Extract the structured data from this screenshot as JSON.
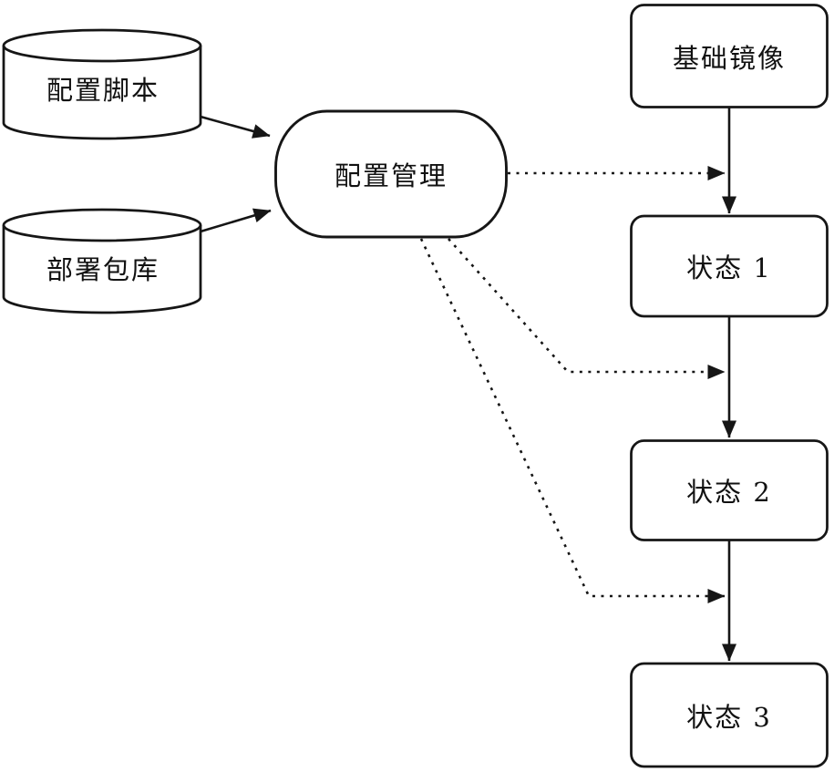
{
  "diagram": {
    "title": "configuration-management-image-build-flow",
    "colors": {
      "stroke": "#161616",
      "node_fill": "#ffffff",
      "background": "#ffffff"
    },
    "nodes": {
      "config_script": {
        "label": "配置脚本",
        "shape": "cylinder"
      },
      "deploy_repo": {
        "label": "部署包库",
        "shape": "cylinder"
      },
      "config_mgmt": {
        "label": "配置管理",
        "shape": "stadium"
      },
      "base_image": {
        "label": "基础镜像",
        "shape": "rounded-rect"
      },
      "state_1": {
        "label": "状态 1",
        "shape": "rounded-rect"
      },
      "state_2": {
        "label": "状态 2",
        "shape": "rounded-rect"
      },
      "state_3": {
        "label": "状态 3",
        "shape": "rounded-rect"
      }
    },
    "edges": [
      {
        "from": "config_script",
        "to": "config_mgmt",
        "style": "solid-arrow"
      },
      {
        "from": "deploy_repo",
        "to": "config_mgmt",
        "style": "solid-arrow"
      },
      {
        "from": "base_image",
        "to": "state_1",
        "style": "solid-arrow"
      },
      {
        "from": "state_1",
        "to": "state_2",
        "style": "solid-arrow"
      },
      {
        "from": "state_2",
        "to": "state_3",
        "style": "solid-arrow"
      },
      {
        "from": "config_mgmt",
        "to": "transition base_image→state_1",
        "style": "dotted-arrow"
      },
      {
        "from": "config_mgmt",
        "to": "transition state_1→state_2",
        "style": "dotted-arrow"
      },
      {
        "from": "config_mgmt",
        "to": "transition state_2→state_3",
        "style": "dotted-arrow"
      }
    ]
  }
}
